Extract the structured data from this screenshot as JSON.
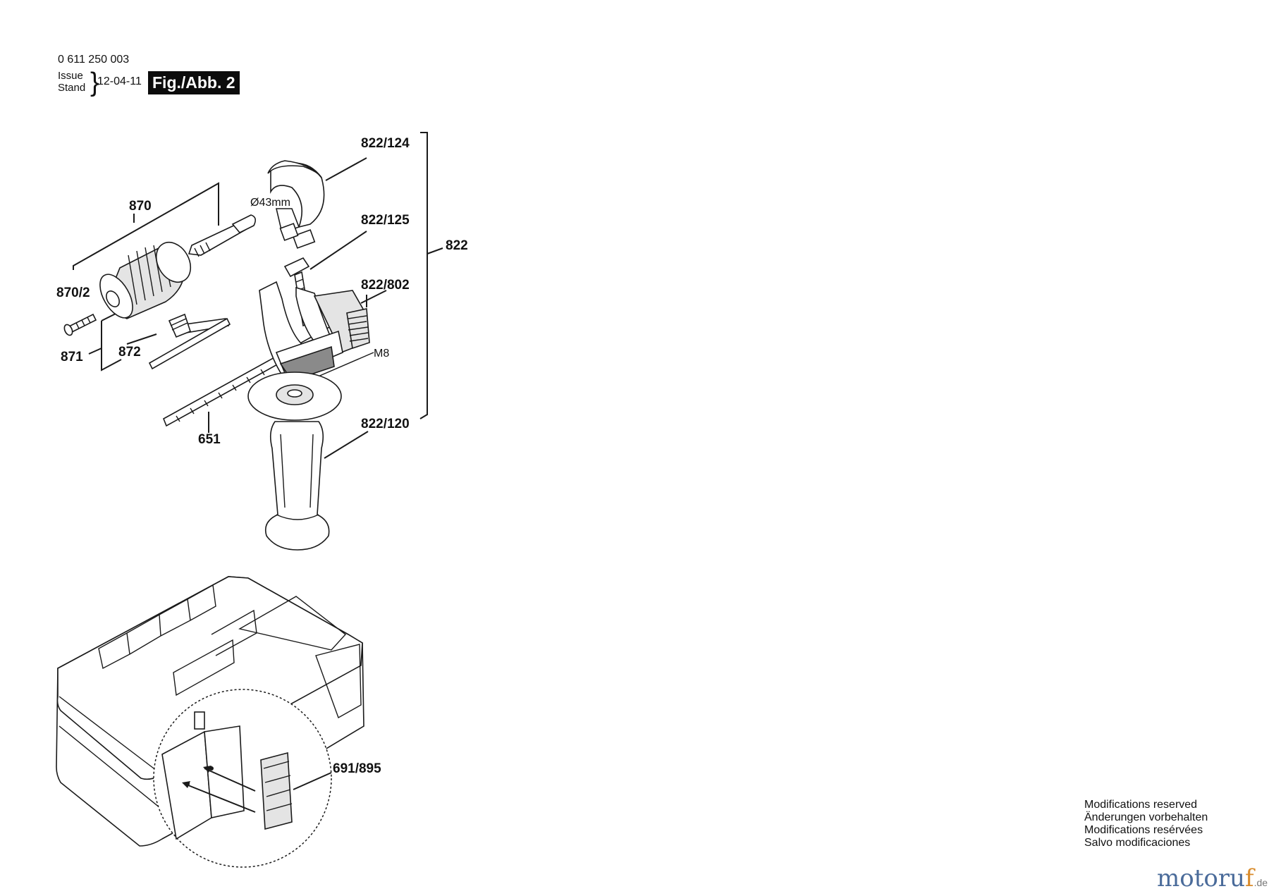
{
  "header": {
    "doc_number": "0 611 250 003",
    "issue_label": "Issue",
    "stand_label": "Stand",
    "issue_date": "12-04-11",
    "figure_label": "Fig./Abb. 2"
  },
  "callouts": {
    "c870": "870",
    "c870_2": "870/2",
    "c871": "871",
    "c872": "872",
    "c651": "651",
    "c822": "822",
    "c822_124": "822/124",
    "c822_125": "822/125",
    "c822_802": "822/802",
    "c822_120": "822/120",
    "c691_895": "691/895"
  },
  "dimension_labels": {
    "diameter": "Ø43mm",
    "thread": "M8"
  },
  "footer": {
    "notes": [
      "Modifications reserved",
      "Änderungen vorbehalten",
      "Modifications resérvées",
      "Salvo modificaciones"
    ]
  },
  "watermark": {
    "brand_main": "motoru",
    "brand_accent": "f",
    "tld": ".de"
  }
}
